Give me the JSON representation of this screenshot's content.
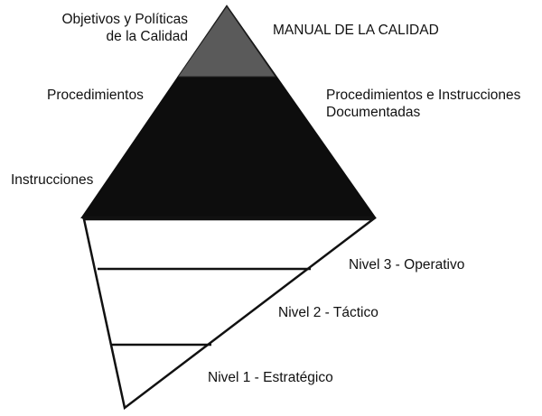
{
  "top_pyramid": {
    "apex_label": "MANUAL DE LA CALIDAD",
    "left_labels": {
      "top_line1": "Objetivos y Políticas",
      "top_line2": "de la Calidad",
      "middle": "Procedimientos",
      "bottom": "Instrucciones"
    },
    "right_labels": {
      "middle_line1": "Procedimientos e Instrucciones",
      "middle_line2": "Documentadas"
    },
    "colors": {
      "apex_fill": "#5a5a5a",
      "body_fill": "#0d0d0d"
    }
  },
  "bottom_pyramid": {
    "levels": [
      "Nivel 3 - Operativo",
      "Nivel 2 - Táctico",
      "Nivel 1 - Estratégico"
    ],
    "colors": {
      "fill": "#ffffff",
      "stroke": "#111111"
    }
  }
}
